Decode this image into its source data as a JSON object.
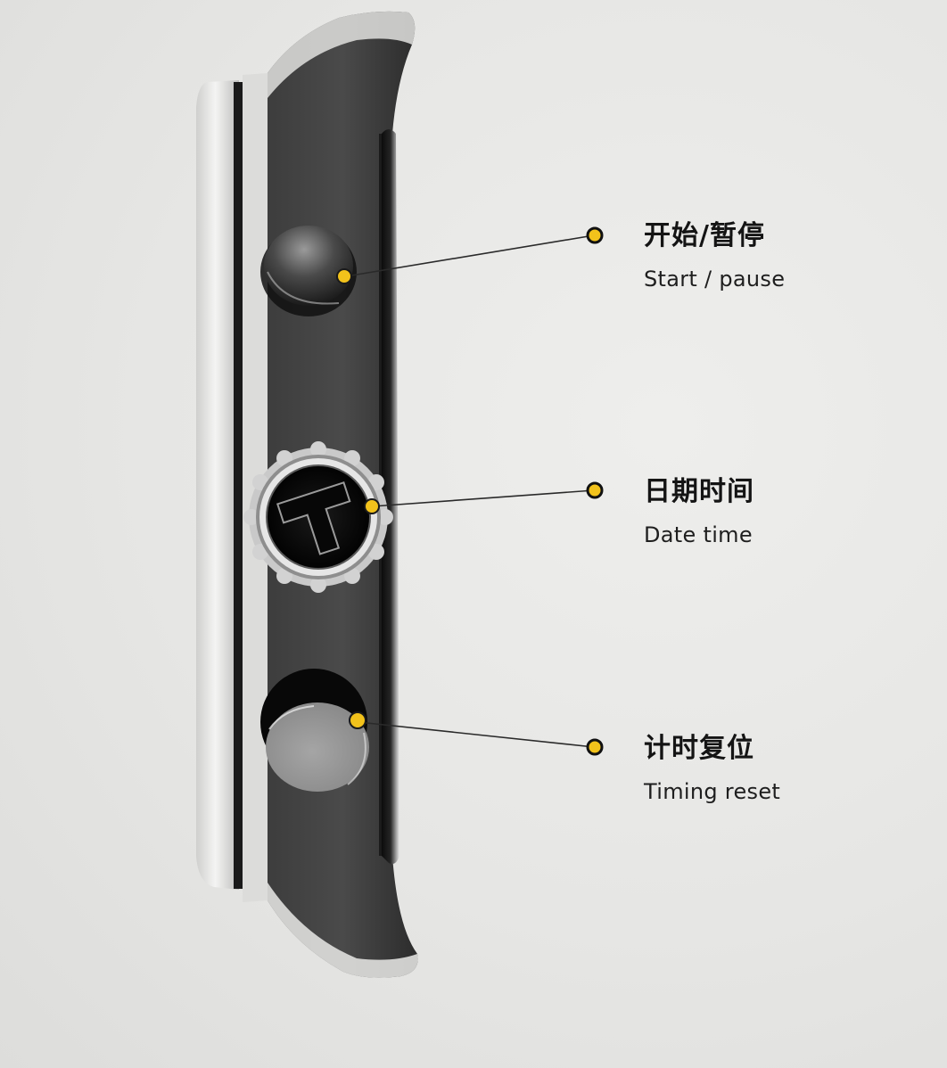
{
  "product": {
    "subject": "watch-case-side-view",
    "crown_logo": "T"
  },
  "accent_color": "#f2c21b",
  "callouts": [
    {
      "cn": "开始/暂停",
      "en": "Start / pause",
      "target": "top-pusher"
    },
    {
      "cn": "日期时间",
      "en": "Date time",
      "target": "crown"
    },
    {
      "cn": "计时复位",
      "en": "Timing reset",
      "target": "bottom-pusher"
    }
  ]
}
